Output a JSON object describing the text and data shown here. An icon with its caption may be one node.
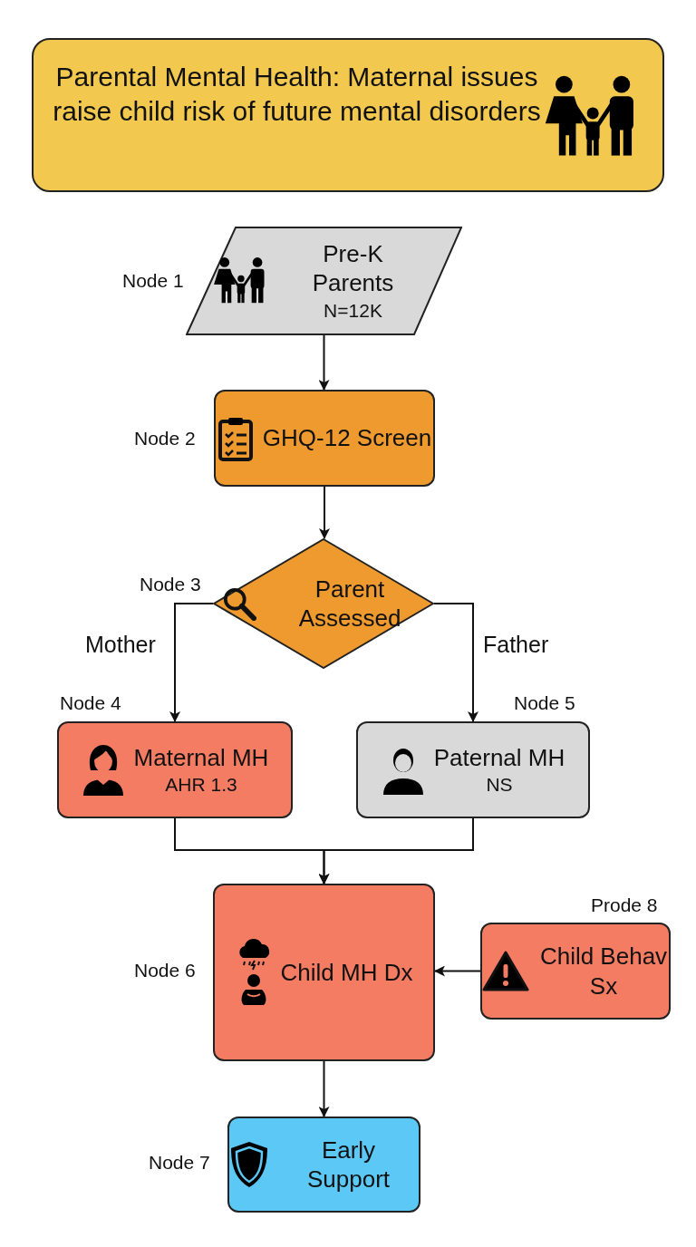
{
  "diagram": {
    "title": "Parental Mental Health: Maternal issues raise child risk of future mental disorders",
    "nodes": [
      {
        "text": [
          "Pre-K Parents",
          "N=12K"
        ],
        "beside": [
          "Node 1"
        ]
      },
      {
        "text": [
          "GHQ-12 Screen"
        ],
        "beside": [
          "Node 2"
        ]
      },
      {
        "text": [
          "Parent Assessed"
        ],
        "beside": [
          "Node 3"
        ]
      },
      {
        "text": [
          "Maternal MH",
          "AHR 1.3"
        ],
        "beside": [
          "Node 4"
        ]
      },
      {
        "text": [
          "Paternal MH",
          "NS"
        ],
        "beside": [
          "Node 5"
        ]
      },
      {
        "text": [
          "Child MH Dx"
        ],
        "beside": [
          "Node 6"
        ]
      },
      {
        "text": [
          "Early Support"
        ],
        "beside": [
          "Node 7"
        ]
      },
      {
        "text": [
          "Child Behav Sx"
        ],
        "beside": [
          "Prode 8"
        ]
      }
    ],
    "edges": [
      {
        "from": 0,
        "to": 1,
        "arrow": "to"
      },
      {
        "from": 1,
        "to": 2,
        "arrow": "to"
      },
      {
        "from": 2,
        "to": 3,
        "arrow": "to",
        "label": "Mother"
      },
      {
        "from": 2,
        "to": 4,
        "arrow": "to",
        "label": "Father"
      },
      {
        "from": 3,
        "to": 5,
        "arrow": "to"
      },
      {
        "from": 4,
        "to": 5,
        "arrow": "to"
      },
      {
        "from": 7,
        "to": 5,
        "arrow": "to"
      },
      {
        "from": 5,
        "to": 6,
        "arrow": "to"
      }
    ]
  }
}
